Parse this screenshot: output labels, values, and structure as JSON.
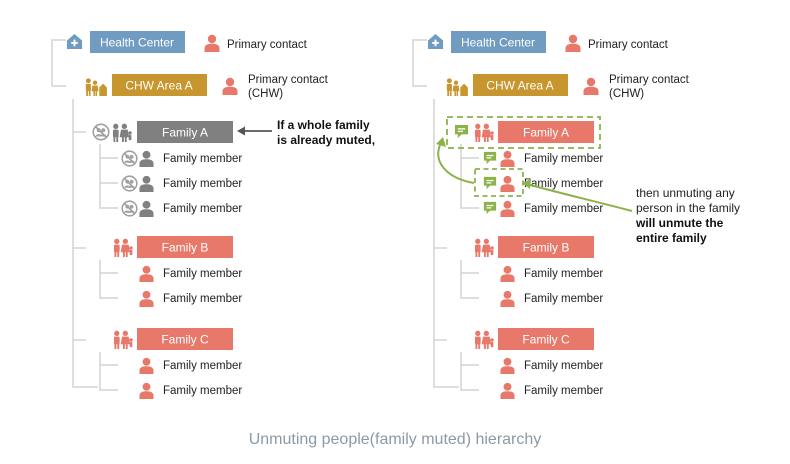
{
  "colors": {
    "health_center": "#6f9cc0",
    "chw_area": "#c7962e",
    "family": "#e8796a",
    "person": "#e8796a",
    "muted": "#808080",
    "unmute": "#8cb34a",
    "tree_line": "#d4d4d4",
    "caption": "#8a9aa6"
  },
  "labels": {
    "health_center": "Health Center",
    "primary_contact": "Primary contact",
    "chw_area": "CHW Area A",
    "primary_contact_chw_line1": "Primary contact",
    "primary_contact_chw_line2": "(CHW)",
    "family_a": "Family A",
    "family_b": "Family B",
    "family_c": "Family C",
    "family_member": "Family member"
  },
  "left_note": {
    "line1": "If a whole family",
    "line2": "is already muted,"
  },
  "right_note": {
    "line1": "then unmuting any",
    "line2": "person in the family",
    "line3": "will unmute the",
    "line4": "entire family"
  },
  "caption": "Unmuting people(family muted) hierarchy",
  "icons": {
    "health_center": "house-plus-icon",
    "person": "person-icon",
    "chw_area": "family-house-icon",
    "family": "family-icon",
    "muted": "muted-icon",
    "unmuted": "chat-bubble-icon"
  }
}
